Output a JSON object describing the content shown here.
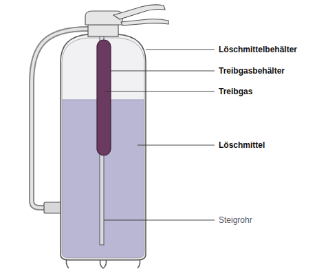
{
  "diagram": {
    "labels": [
      "Löschmittelbehälter",
      "Treibgasbehälter",
      "Treibgas",
      "Löschmittel",
      "Steigrohr"
    ]
  }
}
